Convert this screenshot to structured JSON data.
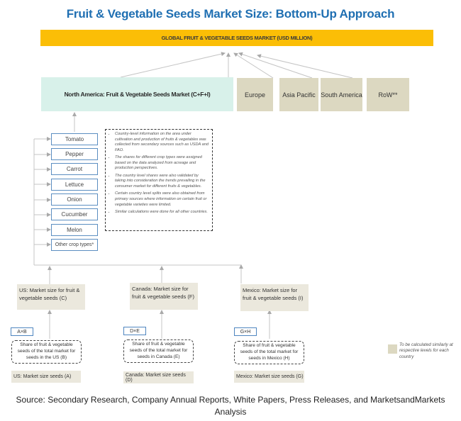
{
  "title": "Fruit & Vegetable Seeds Market Size: Bottom-Up Approach",
  "global_market": "GLOBAL FRUIT & VEGETABLE SEEDS MARKET (USD MILLION)",
  "regions": {
    "north_america": "North America: Fruit & Vegetable Seeds Market (C+F+I)",
    "others": [
      "Europe",
      "Asia Pacific",
      "South America",
      "RoW**"
    ]
  },
  "crop_types": [
    "Tomato",
    "Pepper",
    "Carrot",
    "Lettuce",
    "Onion",
    "Cucumber",
    "Melon",
    "Other crop types*"
  ],
  "notes": [
    "Country-level information on the area under cultivation and production of fruits & vegetables was collected from secondary sources such as USDA and FAO.",
    "The shares for different crop types were assigned based on the data analyzed from acreage and production perspectives.",
    "The country level shares were also validated by taking into consideration the trends prevailing in the consumer market for different fruits & vegetables.",
    "Certain country level splits were also obtained from primary sources where information on certain fruit or vegetable varieties were limited.",
    "Similar calculations were done for all other countries."
  ],
  "countries": [
    {
      "market_size": "US: Market size for fruit & vegetable seeds (C)",
      "formula": "A×B",
      "share": "Share of fruit & vegetable seeds of the total market for seeds in the US (B)",
      "seed_size": "US: Market size seeds (A)"
    },
    {
      "market_size": "Canada: Market size for fruit & vegetable seeds (F)",
      "formula": "D×E",
      "share": "Share of fruit & vegetable seeds of the total market for seeds in Canada (E)",
      "seed_size": "Canada: Market size seeds (D)"
    },
    {
      "market_size": "Mexico: Market size for fruit & vegetable seeds (I)",
      "formula": "G×H",
      "share": "Share of fruit & vegetable seeds of the total market for seeds in Mexico (H)",
      "seed_size": "Mexico: Market size seeds (G)"
    }
  ],
  "legend": "To be calculated similarly at respective levels for each country",
  "source": "Source: Secondary Research, Company Annual Reports, White Papers, Press Releases, and MarketsandMarkets Analysis",
  "colors": {
    "title": "#1f6fb2",
    "global_bar": "#fbbe06",
    "north_america": "#d8f1ea",
    "region": "#dcd8c1",
    "country_box": "#ebe8dd",
    "crop_border": "#5b8ec1"
  }
}
